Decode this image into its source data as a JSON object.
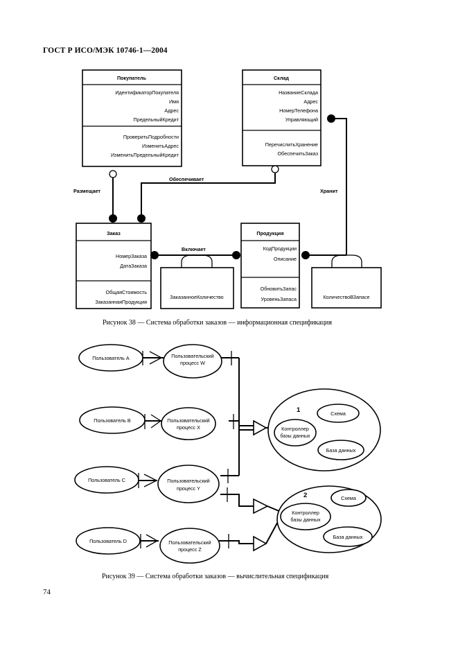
{
  "header": {
    "title": "ГОСТ Р ИСО/МЭК 10746-1—2004"
  },
  "figure38": {
    "caption": "Рисунок 38 — Система обработки заказов — информационная спецификация",
    "customer": {
      "title": "Покупатель",
      "attributes": [
        "ИдентификаторПокупателя",
        "Имя",
        "Адрес",
        "ПредельныйКредит"
      ],
      "operations": [
        "ПроверитьПодробности",
        "ИзменитьАдрес",
        "ИзменитьПредельныйКредит"
      ]
    },
    "warehouse": {
      "title": "Склад",
      "attributes": [
        "НазваниеСклада",
        "Адрес",
        "НомерТелефона",
        "Управляющий"
      ],
      "operations": [
        "ПеречислитьХранение",
        "ОбеспечитьЗаказ"
      ]
    },
    "order": {
      "title": "Заказ",
      "attributes": [
        "НомерЗаказа",
        "ДатаЗаказа"
      ],
      "operations": [
        "ОбщаяСтоимость",
        "ЗаказаннаяПродукция"
      ]
    },
    "product": {
      "title": "Продукция",
      "attributes": [
        "КодПродукции",
        "Описание"
      ],
      "operations": [
        "ОбновитьЗапас",
        "УровеньЗапаса"
      ]
    },
    "ordered_quantity": "ЗаказанноеКоличество",
    "stock_quantity": "КоличествоВЗапасе",
    "relations": {
      "places": "Размещает",
      "provides": "Обеспечивает",
      "includes": "Включает",
      "stores": "Хранит"
    }
  },
  "figure39": {
    "caption": "Рисунок 39 — Система обработки заказов — вычислительная спецификация",
    "users": [
      "Пользователь A",
      "Пользователь B",
      "Пользователь C",
      "Пользователь D"
    ],
    "processes": [
      [
        "Пользовательский",
        "процесс W"
      ],
      [
        "Пользовательский",
        "процесс X"
      ],
      [
        "Пользовательский",
        "процесс Y"
      ],
      [
        "Пользовательский",
        "процесс Z"
      ]
    ],
    "databases": [
      {
        "number": "1",
        "controller": [
          "Контроллер",
          "базы данных"
        ],
        "schema": "Схема",
        "data": "База данных"
      },
      {
        "number": "2",
        "controller": [
          "Контроллер",
          "базы данных"
        ],
        "schema": "Схема",
        "data": "База данных"
      }
    ]
  },
  "page": {
    "number": "74"
  }
}
